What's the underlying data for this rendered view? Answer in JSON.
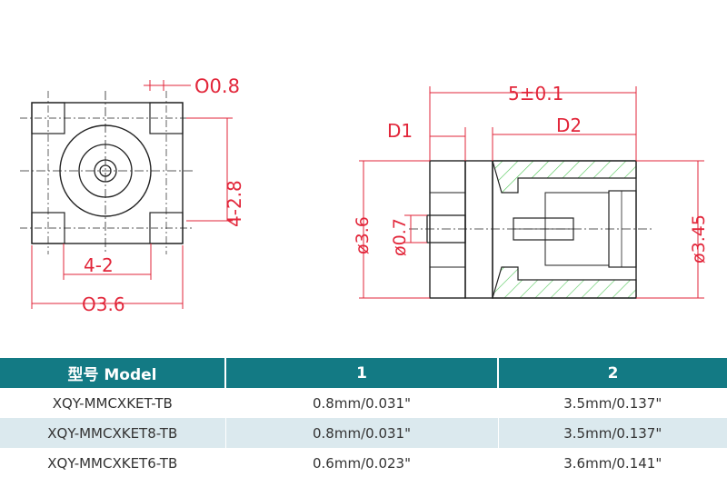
{
  "drawing": {
    "front": {
      "pad_size": "O0.8",
      "pitch_v": "4-2.8",
      "pitch_h": "4-2",
      "width": "O3.6"
    },
    "side": {
      "length": "5±0.1",
      "d1": "D1",
      "d2": "D2",
      "dia_body": "ø3.6",
      "dia_pin": "ø0.7",
      "dia_end": "ø3.45"
    }
  },
  "table": {
    "headers": [
      "型号 Model",
      "1",
      "2"
    ],
    "rows": [
      [
        "XQY-MMCXKET-TB",
        "0.8mm/0.031\"",
        "3.5mm/0.137\""
      ],
      [
        "XQY-MMCXKET8-TB",
        "0.8mm/0.031\"",
        "3.5mm/0.137\""
      ],
      [
        "XQY-MMCXKET6-TB",
        "0.6mm/0.023\"",
        "3.6mm/0.141\""
      ]
    ]
  },
  "colors": {
    "header_bg": "#137a84",
    "row_alt_bg": "#dbe9ee",
    "dimension_text": "#e2263a",
    "hatch": "#52c85a"
  }
}
